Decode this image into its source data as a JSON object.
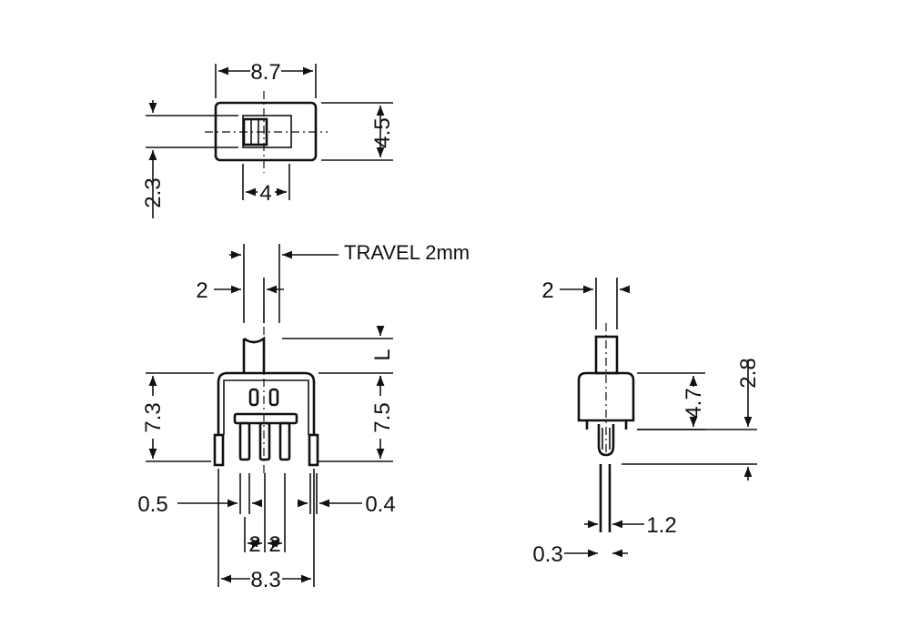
{
  "diagram": {
    "top_view": {
      "width_label": "8.7",
      "height_label": "4.5",
      "offset_label": "2.3",
      "slot_label": "4"
    },
    "front_view": {
      "travel_label": "TRAVEL 2mm",
      "knob_label": "2",
      "l_label": "L",
      "height_left_label": "7.3",
      "height_right_label": "7.5",
      "pin_left_label": "0.5",
      "pin_right_label": "0.4",
      "pitch_label_1": "2",
      "pitch_label_2": "2",
      "overall_width_label": "8.3"
    },
    "side_view": {
      "knob_label": "2",
      "body_height_label": "4.7",
      "total_label": "2.8",
      "pin_width_label": "1.2",
      "pin_thickness_label": "0.3"
    }
  }
}
